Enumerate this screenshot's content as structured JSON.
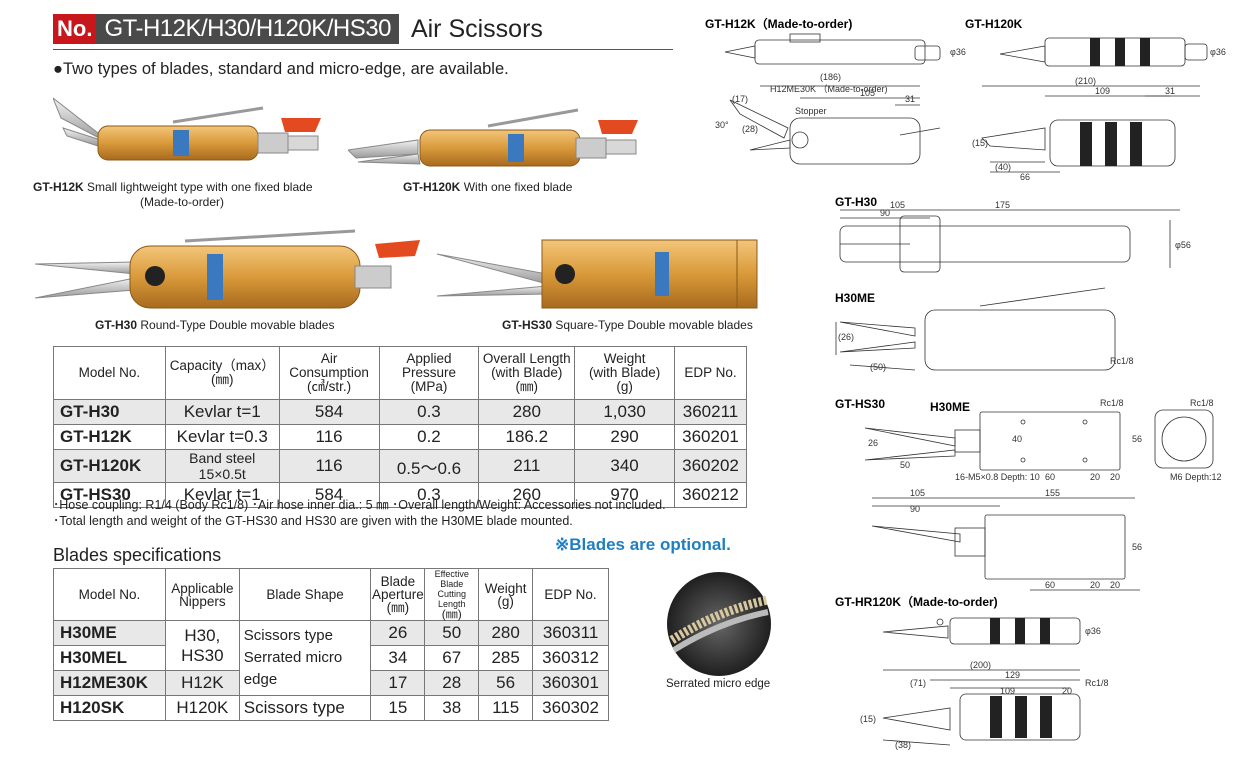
{
  "header": {
    "no_label": "No.",
    "models": "GT-H12K/H30/H120K/HS30",
    "title": "Air Scissors"
  },
  "bullet": "●Two types of blades, standard and micro-edge, are available.",
  "photos": [
    {
      "model": "GT-H12K",
      "desc": "Small lightweight type with one fixed blade",
      "desc2": "(Made-to-order)"
    },
    {
      "model": "GT-H120K",
      "desc": "With one fixed blade"
    },
    {
      "model": "GT-H30",
      "desc": "Round-Type Double movable blades"
    },
    {
      "model": "GT-HS30",
      "desc": "Square-Type Double movable blades"
    }
  ],
  "spec_table": {
    "headers": [
      "Model No.",
      "Capacity（max）",
      "(㎜)",
      "Air Consumption",
      "(㎤/str.)",
      "Applied Pressure",
      "(MPa)",
      "Overall Length",
      "(with Blade)",
      "(㎜)",
      "Weight",
      "(with Blade)",
      "(g)",
      "EDP No."
    ],
    "rows": [
      [
        "GT-H30",
        "Kevlar t=1",
        "584",
        "0.3",
        "280",
        "1,030",
        "360211"
      ],
      [
        "GT-H12K",
        "Kevlar t=0.3",
        "116",
        "0.2",
        "186.2",
        "290",
        "360201"
      ],
      [
        "GT-H120K",
        "Band steel 15×0.5t",
        "116",
        "0.5～0.6",
        "211",
        "340",
        "360202"
      ],
      [
        "GT-HS30",
        "Kevlar t=1",
        "584",
        "0.3",
        "260",
        "970",
        "360212"
      ]
    ]
  },
  "notes": [
    "･Hose coupling: R1/4  (Body Rc1/8)  ･Air hose inner dia.: 5 ㎜  ･Overall length/Weight: Accessories not included.",
    "･Total length and weight of the GT-HS30 and HS30 are given with the H30ME blade mounted."
  ],
  "blades_title": "Blades specifications",
  "optional": "※Blades are optional.",
  "blade_table": {
    "headers": [
      "Model No.",
      "Applicable",
      "Nippers",
      "Blade Shape",
      "Blade",
      "Aperture",
      "(㎜)",
      "Effective Blade",
      "Cutting Length",
      "(㎜)",
      "Weight",
      "(g)",
      "EDP No."
    ],
    "shape_a1": "Scissors type",
    "shape_a2": "Serrated micro edge",
    "nipper_a1": "H30,",
    "nipper_a2": "HS30",
    "rows": [
      [
        "H30ME",
        "26",
        "50",
        "280",
        "360311"
      ],
      [
        "H30MEL",
        "34",
        "67",
        "285",
        "360312"
      ],
      [
        "H12ME30K",
        "H12K",
        "17",
        "28",
        "56",
        "360301"
      ],
      [
        "H120SK",
        "H120K",
        "Scissors type",
        "15",
        "38",
        "115",
        "360302"
      ]
    ]
  },
  "serrated_caption": "Serrated micro edge",
  "drawings": {
    "h12k": "GT-H12K（Made-to-order)",
    "h120k": "GT-H120K",
    "h30": "GT-H30",
    "h30me": "H30ME",
    "hs30": "GT-HS30",
    "hs30me": "H30ME",
    "hr120k": "GT-HR120K（Made-to-order)",
    "dims": {
      "h12k_186": "(186)",
      "h12k_blade": "H12ME30K （Made-to-order)",
      "h12k_105": "105",
      "h12k_31": "31",
      "h12k_stopper": "Stopper",
      "h12k_30deg": "30°",
      "h12k_17": "(17)",
      "h12k_28": "(28)",
      "h12k_36": "φ36",
      "h120k_210": "(210)",
      "h120k_109": "109",
      "h120k_31": "31",
      "h120k_40": "(40)",
      "h120k_66": "66",
      "h120k_15": "(15)",
      "h120k_36": "φ36",
      "h30_105": "105",
      "h30_175": "175",
      "h30_90": "90",
      "h30_56": "φ56",
      "h30me_26": "(26)",
      "h30me_50": "(50)",
      "h30me_rc": "Rc1/8",
      "hs30_rc1": "Rc1/8",
      "hs30_rc2": "Rc1/8",
      "hs30_m5": "16-M5×0.8 Depth: 10",
      "hs30_m6": "M6 Depth:12",
      "hs30_40": "40",
      "hs30_60": "60",
      "hs30_20a": "20",
      "hs30_20b": "20",
      "hs30_56": "56",
      "hs30_26": "26",
      "hs30_50": "50",
      "hs30_105": "105",
      "hs30_155": "155",
      "hs30_90": "90",
      "hs30_60b": "60",
      "hs30_20c": "20",
      "hs30_20d": "20",
      "hs30_56b": "56",
      "hr_200": "(200)",
      "hr_129": "129",
      "hr_71": "(71)",
      "hr_109": "109",
      "hr_20": "20",
      "hr_rc": "Rc1/8",
      "hr_36": "φ36",
      "hr_15": "(15)",
      "hr_38": "(38)"
    }
  },
  "colors": {
    "red": "#c8161d",
    "dark": "#4a4a4a",
    "blue": "#1f7fc0",
    "gold": "#d99a3a"
  }
}
